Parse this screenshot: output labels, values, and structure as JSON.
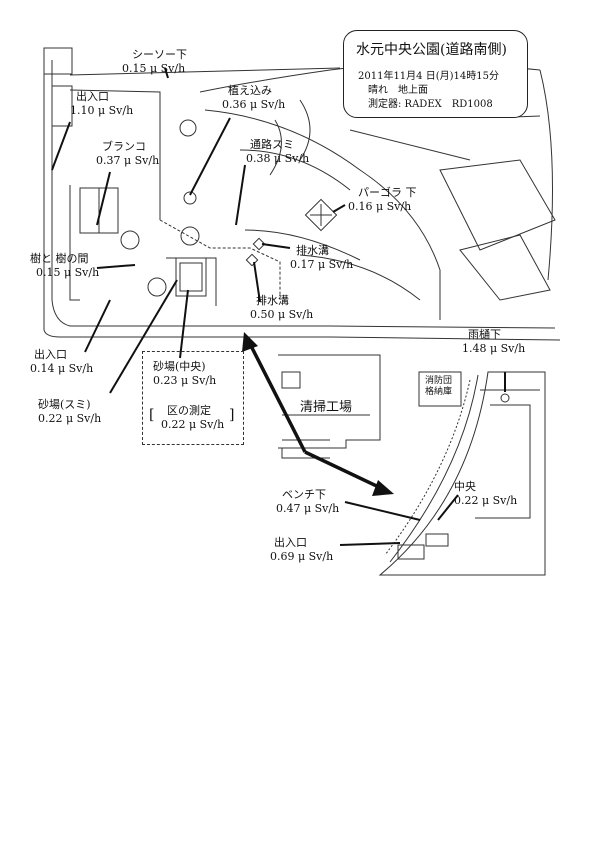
{
  "header": {
    "title": "水元中央公園(道路南側)",
    "date": "2011年11月4 日(月)14時15分",
    "conditions": "晴れ　地上面",
    "instrument": "測定器: RADEX　RD1008"
  },
  "unit": "μ Sv/h",
  "points": [
    {
      "id": "seesaw",
      "name": "シーソー下",
      "value": "0.15 μ Sv/h"
    },
    {
      "id": "planting",
      "name": "植え込み",
      "value": "0.36 μ Sv/h"
    },
    {
      "id": "entrance1",
      "name": "出入口",
      "value": "1.10 μ Sv/h"
    },
    {
      "id": "swing",
      "name": "ブランコ",
      "value": "0.37 μ Sv/h"
    },
    {
      "id": "path-corner",
      "name": "通路スミ",
      "value": "0.38 μ Sv/h"
    },
    {
      "id": "pergola",
      "name": "パーゴラ 下",
      "value": "0.16 μ Sv/h"
    },
    {
      "id": "between-trees",
      "name": "樹と 樹の間",
      "value": "0.15 μ Sv/h"
    },
    {
      "id": "drain1",
      "name": "排水溝",
      "value": "0.17 μ Sv/h"
    },
    {
      "id": "drain2",
      "name": "排水溝",
      "value": "0.50 μ Sv/h"
    },
    {
      "id": "entrance2",
      "name": "出入口",
      "value": "0.14 μ Sv/h"
    },
    {
      "id": "sandbox-corner",
      "name": "砂場(スミ)",
      "value": "0.22 μ Sv/h"
    },
    {
      "id": "sandbox-center",
      "name": "砂場(中央)",
      "value": "0.23 μ Sv/h"
    },
    {
      "id": "downspout",
      "name": "雨樋下",
      "value": "1.48 μ Sv/h"
    },
    {
      "id": "center",
      "name": "中央",
      "value": "0.22 μ Sv/h"
    },
    {
      "id": "bench",
      "name": "ベンチ下",
      "value": "0.47 μ Sv/h"
    },
    {
      "id": "entrance3",
      "name": "出入口",
      "value": "0.69 μ Sv/h"
    }
  ],
  "ward": {
    "label": "区の測定",
    "value": "0.22 μ Sv/h"
  },
  "facilities": {
    "cleaning_plant": "清掃工場",
    "fire_storage": "消防団格納庫"
  }
}
